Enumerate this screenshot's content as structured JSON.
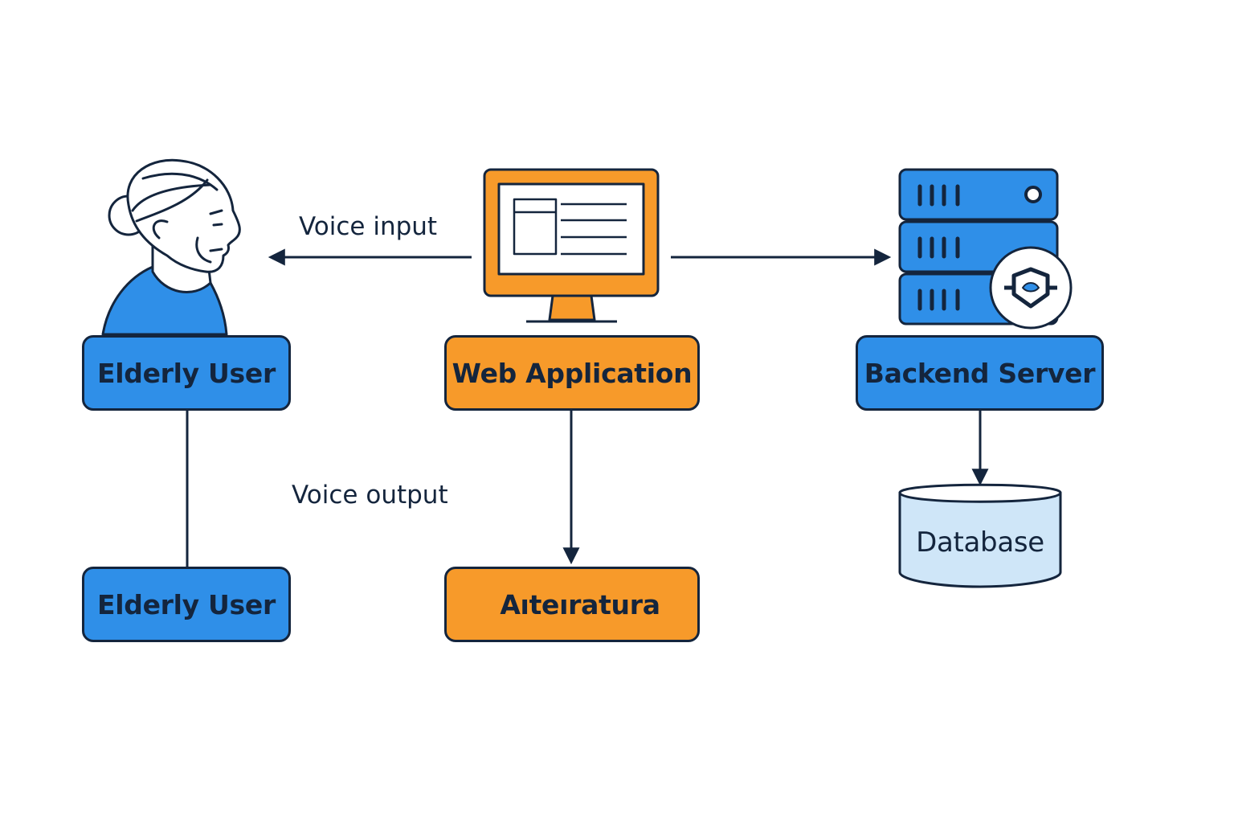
{
  "nodes": {
    "elderly_user_top": "Elderly User",
    "web_application": "Web Application",
    "backend_server": "Backend Server",
    "elderly_user_bottom": "Elderly User",
    "alteratura": "Aıteıratura",
    "database": "Database"
  },
  "edges": {
    "voice_input": "Voice input",
    "voice_output": "Voice output"
  },
  "icons": {
    "user": "elderly-person-icon",
    "web": "monitor-icon",
    "server": "server-stack-icon",
    "security": "security-shield-icon",
    "database": "database-cylinder-icon"
  },
  "colors": {
    "blue": "#2f8fe8",
    "orange": "#f79a2a",
    "outline": "#14253d",
    "light_blue": "#cfe6f8"
  }
}
